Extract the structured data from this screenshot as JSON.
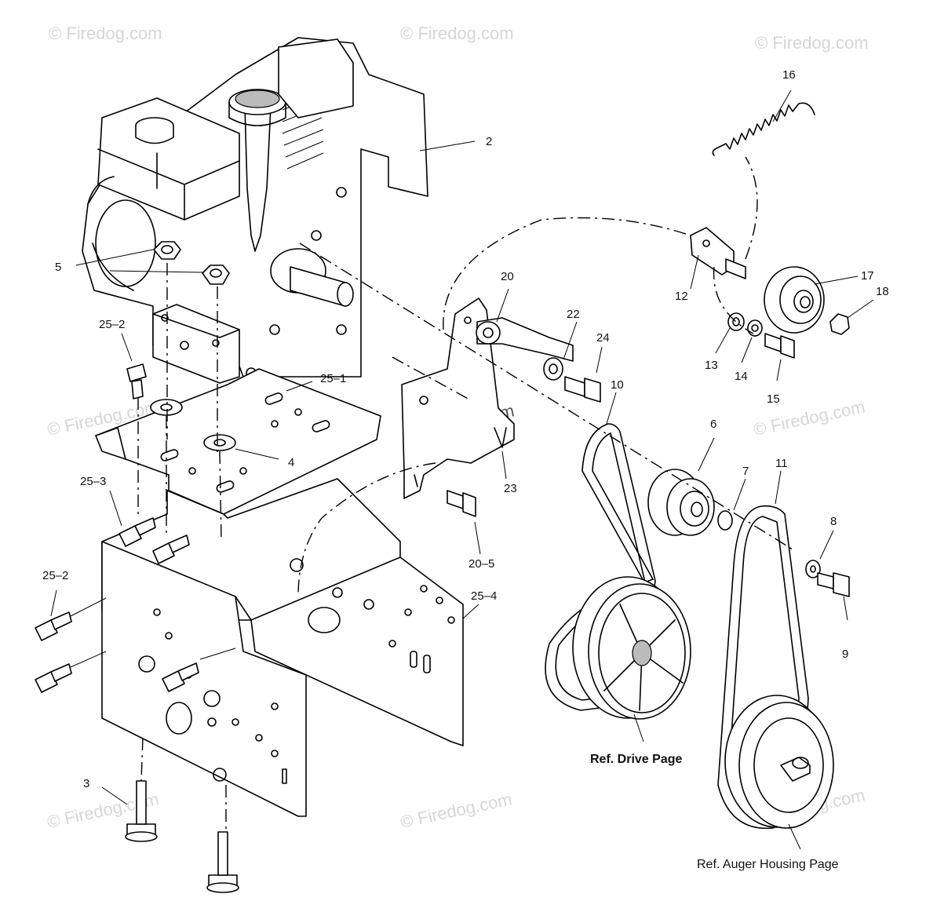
{
  "watermark": "© Firedog.com",
  "callouts": {
    "c2": "2",
    "c3": "3",
    "c4": "4",
    "c5": "5",
    "c6": "6",
    "c7": "7",
    "c8": "8",
    "c9": "9",
    "c10": "10",
    "c11": "11",
    "c12": "12",
    "c13": "13",
    "c14": "14",
    "c15": "15",
    "c16": "16",
    "c17": "17",
    "c18": "18",
    "c20": "20",
    "c20_5": "20–5",
    "c22": "22",
    "c23": "23",
    "c24": "24",
    "c25_1": "25–1",
    "c25_2a": "25–2",
    "c25_2b": "25–2",
    "c25_3": "25–3",
    "c25_4": "25–4"
  },
  "references": {
    "drive": "Ref. Drive Page",
    "auger": "Ref. Auger Housing Page"
  }
}
